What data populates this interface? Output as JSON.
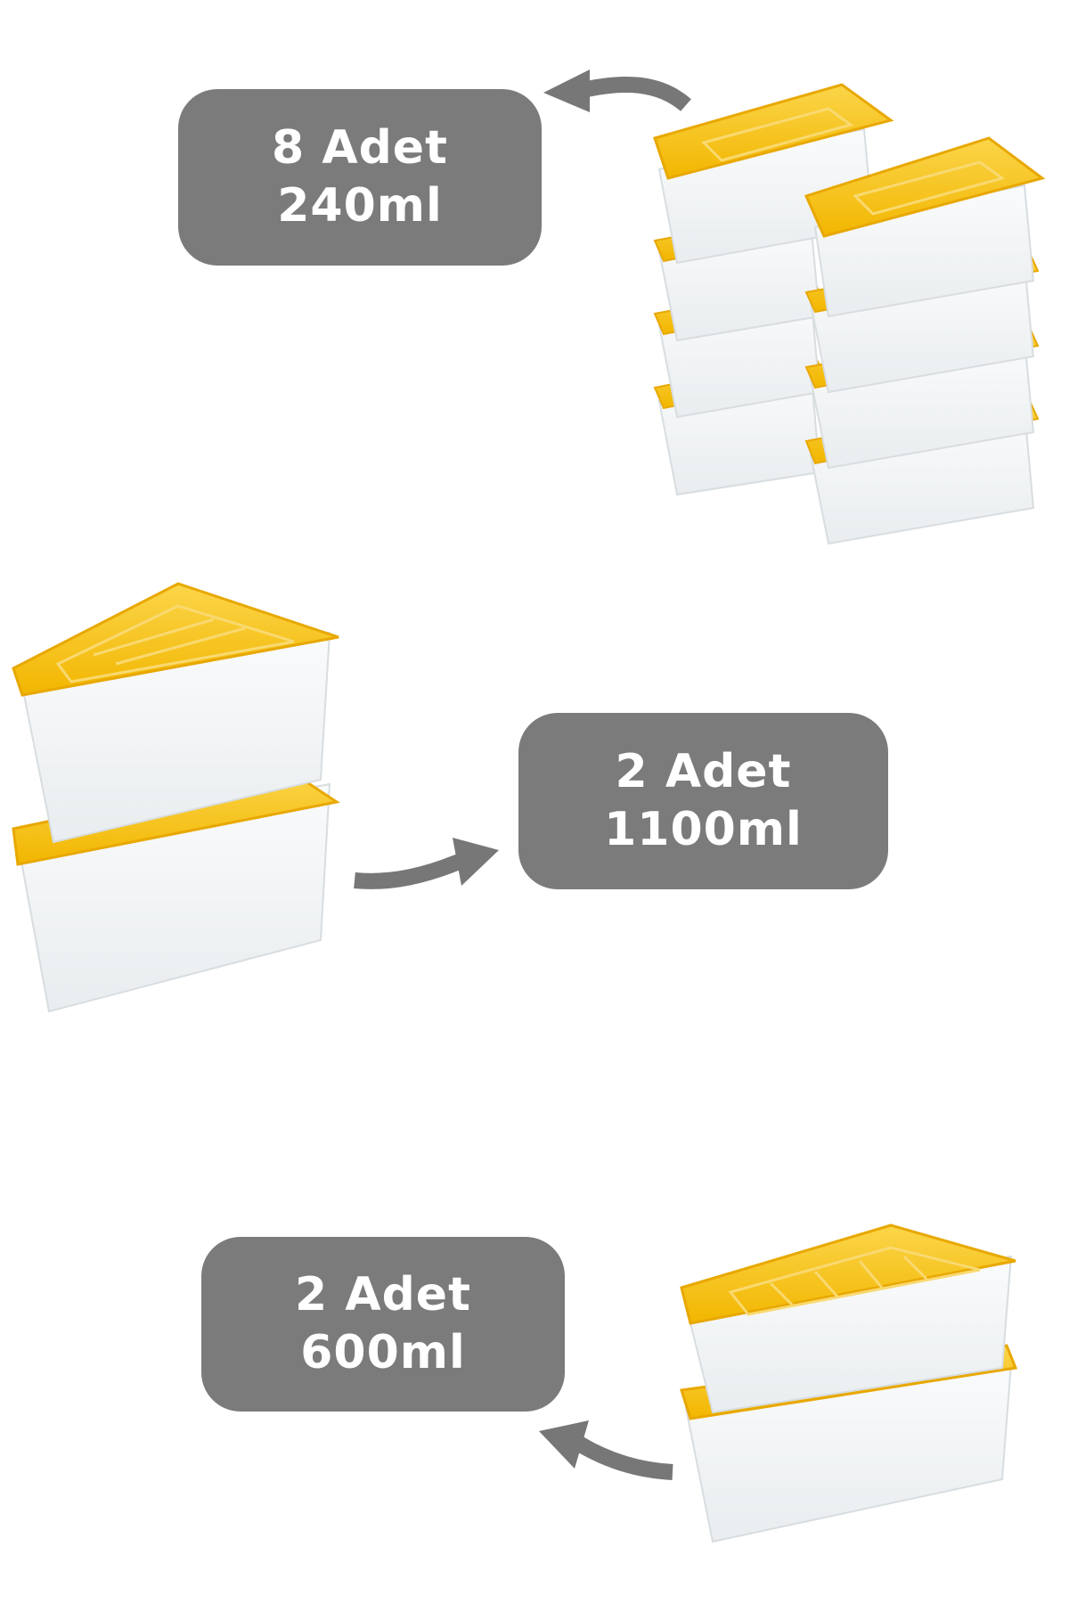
{
  "sections": [
    {
      "count": "8 Adet",
      "volume": "240ml"
    },
    {
      "count": "2 Adet",
      "volume": "1100ml"
    },
    {
      "count": "2 Adet",
      "volume": "600ml"
    }
  ],
  "colors": {
    "label_bg": "#7b7b7b",
    "label_text": "#ffffff",
    "lid_yellow": "#f5c21f",
    "lid_edge": "#e8a800",
    "arrow": "#777777",
    "container_body": "#f4f6f7"
  }
}
